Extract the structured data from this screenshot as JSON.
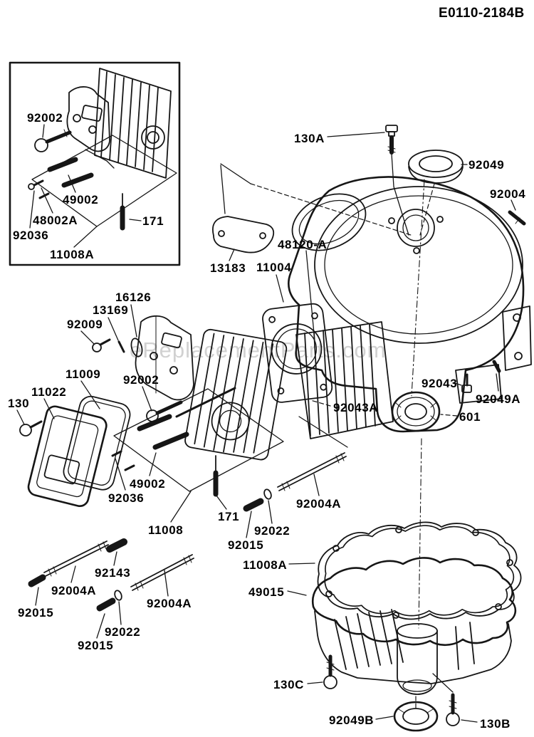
{
  "page": {
    "code": "E0110-2184B",
    "watermark": "eReplacementParts.com"
  },
  "colors": {
    "line": "#161616",
    "label": "#000000",
    "background": "#ffffff",
    "watermark_gray": "#6a6a6a"
  },
  "callouts": [
    {
      "id": "92002-inset",
      "text": "92002"
    },
    {
      "id": "49002-inset",
      "text": "49002"
    },
    {
      "id": "48002A",
      "text": "48002A"
    },
    {
      "id": "92036-inset",
      "text": "92036"
    },
    {
      "id": "11008A-inset",
      "text": "11008A"
    },
    {
      "id": "171-inset",
      "text": "171"
    },
    {
      "id": "130A",
      "text": "130A"
    },
    {
      "id": "92049",
      "text": "92049"
    },
    {
      "id": "92004",
      "text": "92004"
    },
    {
      "id": "48120-A",
      "text": "48120-A"
    },
    {
      "id": "13183",
      "text": "13183"
    },
    {
      "id": "11004",
      "text": "11004"
    },
    {
      "id": "16126",
      "text": "16126"
    },
    {
      "id": "13169",
      "text": "13169"
    },
    {
      "id": "92009",
      "text": "92009"
    },
    {
      "id": "11009",
      "text": "11009"
    },
    {
      "id": "92002",
      "text": "92002"
    },
    {
      "id": "11022",
      "text": "11022"
    },
    {
      "id": "130",
      "text": "130"
    },
    {
      "id": "92043",
      "text": "92043"
    },
    {
      "id": "92049A",
      "text": "92049A"
    },
    {
      "id": "92043A",
      "text": "92043A"
    },
    {
      "id": "601",
      "text": "601"
    },
    {
      "id": "49002",
      "text": "49002"
    },
    {
      "id": "92036",
      "text": "92036"
    },
    {
      "id": "11008",
      "text": "11008"
    },
    {
      "id": "171",
      "text": "171"
    },
    {
      "id": "92022",
      "text": "92022"
    },
    {
      "id": "92015",
      "text": "92015"
    },
    {
      "id": "92004A-mid",
      "text": "92004A"
    },
    {
      "id": "92143",
      "text": "92143"
    },
    {
      "id": "92004A-left",
      "text": "92004A"
    },
    {
      "id": "92015-left",
      "text": "92015"
    },
    {
      "id": "92004A-right",
      "text": "92004A"
    },
    {
      "id": "92022-lower",
      "text": "92022"
    },
    {
      "id": "92015-lower",
      "text": "92015"
    },
    {
      "id": "11008A",
      "text": "11008A"
    },
    {
      "id": "49015",
      "text": "49015"
    },
    {
      "id": "130C",
      "text": "130C"
    },
    {
      "id": "92049B",
      "text": "92049B"
    },
    {
      "id": "130B",
      "text": "130B"
    }
  ]
}
